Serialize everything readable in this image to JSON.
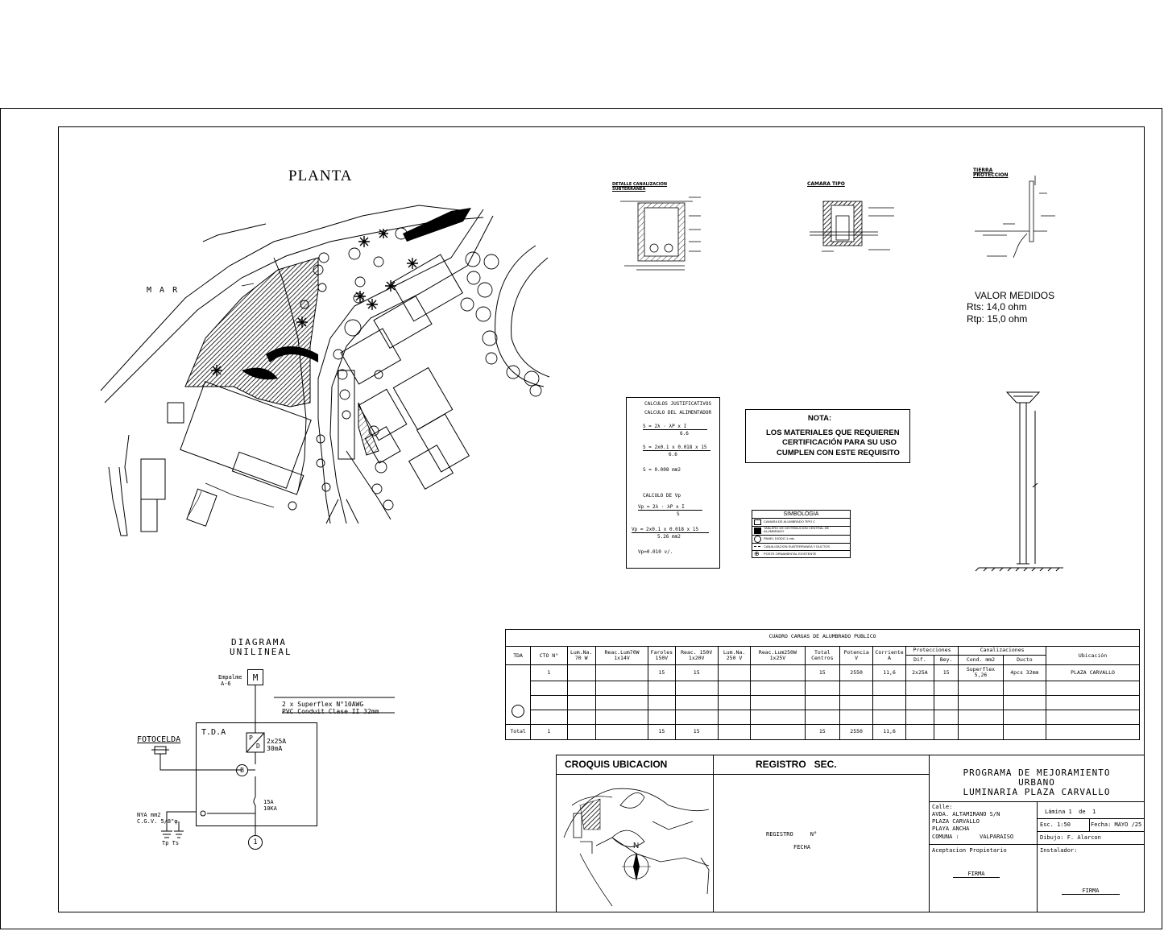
{
  "plan": {
    "title": "PLANTA",
    "sea_label": "M A R"
  },
  "details": {
    "canalization_title": "DETALLE CANALIZACION SUBTERRANEA",
    "chamber_title": "CAMARA TIPO",
    "ground_title": "TIERRA PROTECCION",
    "values_title": "VALOR MEDIDOS",
    "rts": "Rts: 14,0 ohm",
    "rtp": "Rtp: 15,0 ohm"
  },
  "calc": {
    "title1": "CALCULOS JUSTIFICATIVOS",
    "title2": "CALCULO DEL ALIMENTADOR",
    "s_formula": "S = 2λ · λP x I",
    "s_denominator": "6.6",
    "s_values": "S = 2x0.1 x 0.018 x 15",
    "s_values_den": "6.6",
    "s_result": "S = 0.008 mm2",
    "vp_title": "CALCULO DE Vp",
    "vp_formula": "Vp = 2λ · λP x I",
    "vp_den": "S",
    "vp_values": "Vp = 2x0.1 x 0.018 x 15",
    "vp_values_den": "5.26 mm2",
    "vp_result": "Vp=0.010 v/."
  },
  "note": {
    "title": "NOTA:",
    "line1": "LOS MATERIALES QUE REQUIEREN",
    "line2": "CERTIFICACIÓN PARA SU USO",
    "line3": "CUMPLEN CON ESTE REQUISITO"
  },
  "symbology": {
    "title": "SIMBOLOGIA",
    "items": [
      "CAMARA DE ALUMBRADO TIPO C",
      "TABLERO DE DISTRIBUCION CENTRAL DE ALUMBRADO",
      "PANEL DIODO 1 mts.",
      "CANALIZACION SUBTERRANEA Y DUCTOS",
      "POSTE ORNAMENTAL EXISTENTE"
    ]
  },
  "single_line": {
    "title1": "DIAGRAMA",
    "title2": "UNILINEAL",
    "empalme1": "Empalme",
    "empalme2": "A-6",
    "meter": "M",
    "cable1": "2 x Superflex N°10AWG",
    "cable2": "PVC Conduit Clase II 32mm",
    "tda": "T.D.A",
    "photocell": "FOTOCELDA",
    "breaker1": "2x25A",
    "breaker2": "30mA",
    "fuse1": "15A",
    "fuse2": "10KA",
    "nya1": "NYA mm2",
    "nya2": "C.G.V. 5/8\"φ",
    "tp_ts": "Tp  Ts",
    "circuit": "1",
    "bus": "B",
    "pd_p": "P",
    "pd_d": "D"
  },
  "load_table": {
    "title": "CUADRO CARGAS DE ALUMBRADO PUBLICO",
    "headers": [
      "TDA",
      "CTO N°",
      "Lum.Na. 70 W",
      "Reac.Lum70W 1x14V",
      "Faroles 150V",
      "Reac. 150V 1x20V",
      "Lum.Na. 250 V",
      "Reac.Lum250W 1x25V",
      "Total Centros",
      "Potencia V",
      "Corriente A",
      "Protecciones",
      "Canalizaciones",
      "Ubicación"
    ],
    "sub_prot": [
      "Dif.",
      "Bey."
    ],
    "sub_can": [
      "Cond. mm2",
      "Ducto"
    ],
    "row1": [
      "1",
      "15",
      "15",
      "15",
      "2550",
      "11,6",
      "2x25A",
      "15",
      "Superflex 5,26",
      "4pcs 32mm",
      "PLAZA CARVALLO"
    ],
    "total": [
      "Total",
      "1",
      "15",
      "15",
      "15",
      "2550",
      "11,6"
    ]
  },
  "title_block": {
    "location_sketch": "CROQUIS UBICACION",
    "north": "N",
    "registry": "REGISTRO   SEC.",
    "registry_no": "REGISTRO     N°",
    "registry_date": "FECHA",
    "program1": "PROGRAMA DE MEJORAMIENTO",
    "program2": "URBANO",
    "program3": "LUMINARIA PLAZA CARVALLO",
    "street_label": "Calle:",
    "street1": "AVDA. ALTAMIRANO S/N",
    "street2": "PLAZA CARVALLO",
    "street3": "PLAYA ANCHA",
    "commune": "COMUNA :      VALPARAISO",
    "sheet": "Lámina 1  de  1",
    "scale": "Esc. 1:50",
    "date": "Fecha: MAYO /25",
    "drawn": "Dibujo: F. Alarcon",
    "owner": "Aceptacion Propietario",
    "installer": "Instalador:",
    "signature": "FIRMA"
  }
}
